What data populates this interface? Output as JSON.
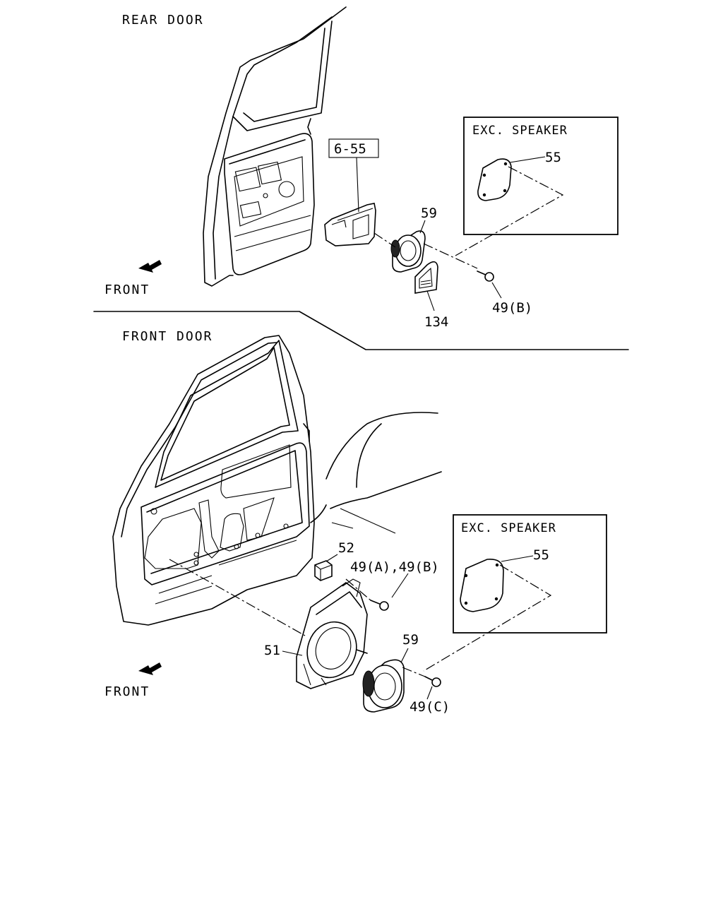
{
  "sections": {
    "rear": {
      "title": "REAR DOOR",
      "front_label": "FRONT",
      "exc_box_title": "EXC. SPEAKER"
    },
    "front": {
      "title": "FRONT DOOR",
      "front_label": "FRONT",
      "exc_box_title": "EXC. SPEAKER"
    }
  },
  "callouts": {
    "rear_ref_6_55": "6-55",
    "rear_55": "55",
    "rear_59": "59",
    "rear_49b": "49(B)",
    "rear_134": "134",
    "front_52": "52",
    "front_49ab": "49(A),49(B)",
    "front_55": "55",
    "front_51": "51",
    "front_59": "59",
    "front_49c": "49(C)"
  }
}
